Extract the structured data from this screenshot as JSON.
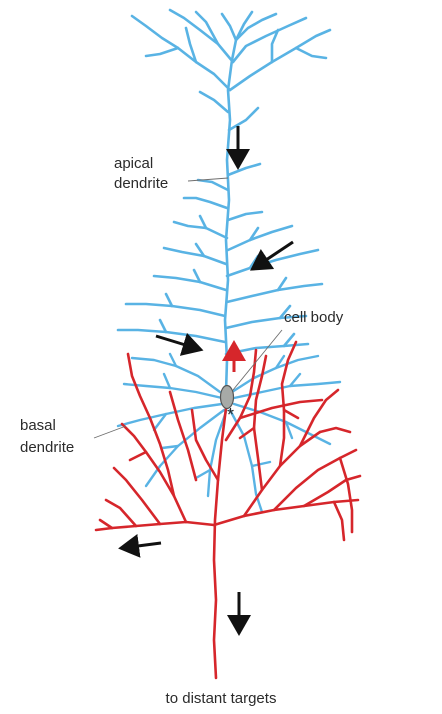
{
  "labels": {
    "apical_line1": "apical",
    "apical_line2": "dendrite",
    "cell_body": "cell body",
    "basal_line1": "basal",
    "basal_line2": "dendrite",
    "asterisk": "*",
    "targets": "to distant targets"
  },
  "colors": {
    "dendrite": "#59b3e4",
    "axon": "#d6262b",
    "soma": "#a7aaa7",
    "soma_outline": "#555555",
    "signal_arrow": "#111111",
    "backprop_arrow": "#d6262b"
  },
  "icons": {
    "flow_arrows": "arrow-icon",
    "backpropagation_arrow": "arrow-up-icon"
  }
}
